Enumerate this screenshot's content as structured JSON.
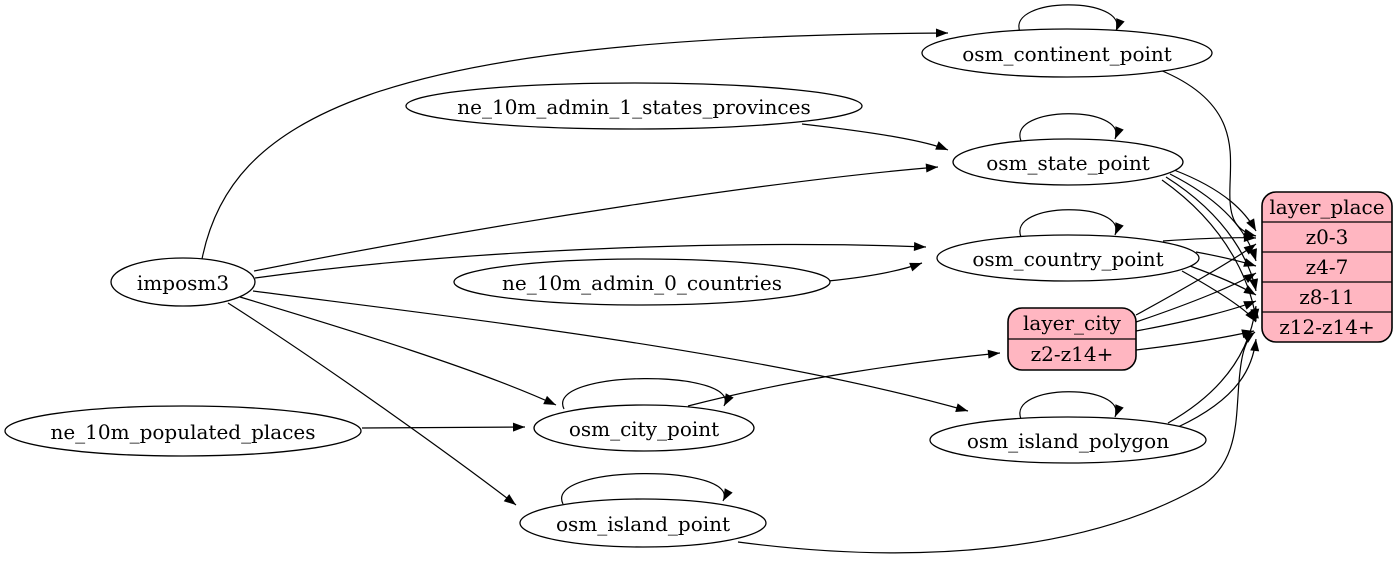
{
  "diagram": {
    "kind": "graphviz-etl-diagram",
    "colors": {
      "background": "#ffffff",
      "node_fill": "#ffffff",
      "record_fill": "#ffb6c1",
      "stroke": "#000000",
      "text": "#000000"
    },
    "nodes": {
      "imposm3": {
        "label": "imposm3",
        "shape": "ellipse"
      },
      "ne_10m_admin_1_states_provinces": {
        "label": "ne_10m_admin_1_states_provinces",
        "shape": "ellipse"
      },
      "ne_10m_admin_0_countries": {
        "label": "ne_10m_admin_0_countries",
        "shape": "ellipse"
      },
      "ne_10m_populated_places": {
        "label": "ne_10m_populated_places",
        "shape": "ellipse"
      },
      "osm_continent_point": {
        "label": "osm_continent_point",
        "shape": "ellipse",
        "self_loop": true
      },
      "osm_state_point": {
        "label": "osm_state_point",
        "shape": "ellipse",
        "self_loop": true
      },
      "osm_country_point": {
        "label": "osm_country_point",
        "shape": "ellipse",
        "self_loop": true
      },
      "osm_city_point": {
        "label": "osm_city_point",
        "shape": "ellipse",
        "self_loop": true
      },
      "osm_island_polygon": {
        "label": "osm_island_polygon",
        "shape": "ellipse",
        "self_loop": true
      },
      "osm_island_point": {
        "label": "osm_island_point",
        "shape": "ellipse",
        "self_loop": true
      }
    },
    "records": {
      "layer_place": {
        "title": "layer_place",
        "rows": [
          "z0-3",
          "z4-7",
          "z8-11",
          "z12-z14+"
        ]
      },
      "layer_city": {
        "title": "layer_city",
        "rows": [
          "z2-z14+"
        ]
      }
    },
    "edges": [
      {
        "from": "imposm3",
        "to": "osm_continent_point"
      },
      {
        "from": "imposm3",
        "to": "osm_state_point"
      },
      {
        "from": "imposm3",
        "to": "osm_country_point"
      },
      {
        "from": "imposm3",
        "to": "osm_city_point"
      },
      {
        "from": "imposm3",
        "to": "osm_island_polygon"
      },
      {
        "from": "imposm3",
        "to": "osm_island_point"
      },
      {
        "from": "ne_10m_admin_1_states_provinces",
        "to": "osm_state_point"
      },
      {
        "from": "ne_10m_admin_0_countries",
        "to": "osm_country_point"
      },
      {
        "from": "ne_10m_populated_places",
        "to": "osm_city_point"
      },
      {
        "from": "osm_continent_point",
        "to": "osm_continent_point"
      },
      {
        "from": "osm_state_point",
        "to": "osm_state_point"
      },
      {
        "from": "osm_country_point",
        "to": "osm_country_point"
      },
      {
        "from": "osm_city_point",
        "to": "osm_city_point"
      },
      {
        "from": "osm_island_polygon",
        "to": "osm_island_polygon"
      },
      {
        "from": "osm_island_point",
        "to": "osm_island_point"
      },
      {
        "from": "osm_city_point",
        "to": "layer_city",
        "port": "z2-z14+"
      },
      {
        "from": "osm_continent_point",
        "to": "layer_place",
        "port": "z0-3"
      },
      {
        "from": "osm_state_point",
        "to": "layer_place",
        "port": "z0-3"
      },
      {
        "from": "osm_state_point",
        "to": "layer_place",
        "port": "z4-7"
      },
      {
        "from": "osm_state_point",
        "to": "layer_place",
        "port": "z8-11"
      },
      {
        "from": "osm_state_point",
        "to": "layer_place",
        "port": "z12-z14+"
      },
      {
        "from": "osm_country_point",
        "to": "layer_place",
        "port": "z0-3"
      },
      {
        "from": "osm_country_point",
        "to": "layer_place",
        "port": "z4-7"
      },
      {
        "from": "osm_country_point",
        "to": "layer_place",
        "port": "z8-11"
      },
      {
        "from": "osm_country_point",
        "to": "layer_place",
        "port": "z12-z14+"
      },
      {
        "from": "layer_city",
        "to": "layer_place",
        "port": "z0-3"
      },
      {
        "from": "layer_city",
        "to": "layer_place",
        "port": "z4-7"
      },
      {
        "from": "layer_city",
        "to": "layer_place",
        "port": "z8-11"
      },
      {
        "from": "layer_city",
        "to": "layer_place",
        "port": "z12-z14+"
      },
      {
        "from": "osm_island_polygon",
        "to": "layer_place",
        "port": "z8-11"
      },
      {
        "from": "osm_island_polygon",
        "to": "layer_place",
        "port": "z12-z14+"
      },
      {
        "from": "osm_island_point",
        "to": "layer_place",
        "port": "z12-z14+"
      }
    ]
  }
}
